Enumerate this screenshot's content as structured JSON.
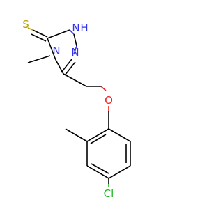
{
  "molecule": {
    "atoms": {
      "thione_s": "S",
      "ring_nh": "N",
      "ring_nh_h": "H",
      "ring_n2": "N",
      "ring_n_methyl": "N",
      "ether_o": "O",
      "chloro": "Cl"
    },
    "colors": {
      "carbon": "#000000",
      "nitrogen": "#3333ee",
      "oxygen": "#ee2222",
      "sulfur": "#b8a000",
      "chlorine": "#1fb51f"
    }
  }
}
